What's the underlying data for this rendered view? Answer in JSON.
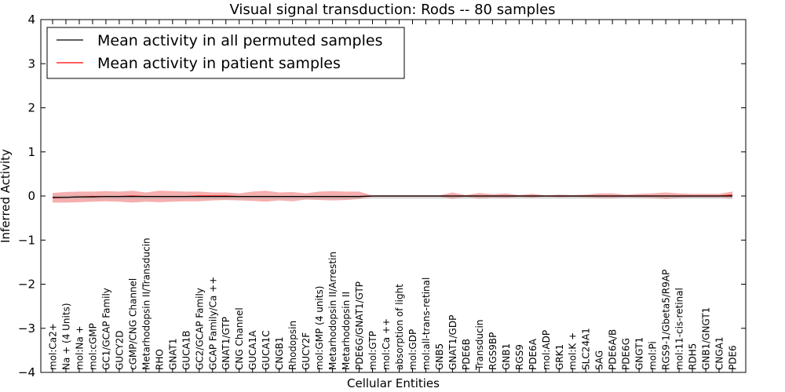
{
  "chart_data": {
    "type": "line",
    "title": "Visual signal transduction: Rods -- 80 samples",
    "xlabel": "Cellular Entities",
    "ylabel": "Inferred Activity",
    "ylim": [
      -4,
      4
    ],
    "yticks": [
      -4,
      -3,
      -2,
      -1,
      0,
      1,
      2,
      3,
      4
    ],
    "ytick_labels": [
      "−4",
      "−3",
      "−2",
      "−1",
      "0",
      "1",
      "2",
      "3",
      "4"
    ],
    "grid": false,
    "legend_position": "top-left",
    "categories": [
      "mol:Ca2+",
      "Na + (4 Units)",
      "mol:Na +",
      "mol:cGMP",
      "GC1/GCAP Family",
      "GUCY2D",
      "cGMP/CNG Channel",
      "Metarhodopsin II/Transducin",
      "RHO",
      "GNAT1",
      "GUCA1B",
      "GC2/GCAP Family",
      "GCAP Family/Ca ++",
      "GNAT1/GTP",
      "CNG Channel",
      "GUCA1A",
      "GUCA1C",
      "CNGB1",
      "Rhodopsin",
      "GUCY2F",
      "mol:GMP (4 units)",
      "Metarhodopsin II/Arrestin",
      "Metarhodopsin II",
      "PDE6G/GNAT1/GTP",
      "mol:GTP",
      "mol:Ca ++",
      "absorption of light",
      "mol:GDP",
      "mol:all-trans-retinal",
      "GNB5",
      "GNAT1/GDP",
      "PDE6B",
      "Transducin",
      "RGS9BP",
      "GNB1",
      "RGS9",
      "PDE6A",
      "mol:ADP",
      "GRK1",
      "mol:K +",
      "SLC24A1",
      "SAG",
      "PDE6A/B",
      "PDE6G",
      "GNGT1",
      "mol:Pi",
      "RGS9-1/Gbeta5/R9AP",
      "mol:11-cis-retinal",
      "RDH5",
      "GNB1/GNGT1",
      "CNGA1",
      "PDE6"
    ],
    "series": [
      {
        "name": "Mean activity in all permuted samples",
        "color": "#000000",
        "values": [
          -0.03,
          -0.03,
          -0.02,
          -0.02,
          -0.01,
          -0.01,
          -0.01,
          -0.01,
          -0.01,
          -0.01,
          -0.01,
          -0.01,
          -0.01,
          -0.01,
          -0.01,
          -0.01,
          -0.01,
          -0.01,
          -0.01,
          -0.01,
          -0.01,
          -0.01,
          -0.01,
          -0.01,
          0,
          0,
          0,
          0,
          0,
          0,
          0,
          0,
          0,
          0,
          0,
          0,
          0,
          0,
          0,
          0,
          0,
          0,
          0,
          0,
          0,
          0,
          0,
          0,
          0,
          0,
          0,
          0
        ],
        "band_upper": [
          0.01,
          0.01,
          0.01,
          0.01,
          0.01,
          0.01,
          0.01,
          0.01,
          0.01,
          0.01,
          0.01,
          0.01,
          0.01,
          0.01,
          0.01,
          0.01,
          0.01,
          0.01,
          0.01,
          0.01,
          0.01,
          0.01,
          0.01,
          0.01,
          0.01,
          0.01,
          0.01,
          0.01,
          0.01,
          0.01,
          0.01,
          0.01,
          0.01,
          0.01,
          0.01,
          0.01,
          0.01,
          0.01,
          0.01,
          0.01,
          0.01,
          0.01,
          0.01,
          0.01,
          0.01,
          0.01,
          0.01,
          0.01,
          0.01,
          0.01,
          0.01,
          0.01
        ],
        "band_lower": [
          -0.07,
          -0.07,
          -0.07,
          -0.07,
          -0.07,
          -0.07,
          -0.07,
          -0.07,
          -0.07,
          -0.07,
          -0.07,
          -0.07,
          -0.07,
          -0.07,
          -0.07,
          -0.07,
          -0.07,
          -0.07,
          -0.07,
          -0.07,
          -0.07,
          -0.07,
          -0.07,
          -0.07,
          -0.06,
          -0.06,
          -0.06,
          -0.06,
          -0.06,
          -0.06,
          -0.06,
          -0.06,
          -0.06,
          -0.06,
          -0.06,
          -0.06,
          -0.06,
          -0.06,
          -0.06,
          -0.06,
          -0.06,
          -0.06,
          -0.06,
          -0.06,
          -0.06,
          -0.06,
          -0.06,
          -0.06,
          -0.06,
          -0.06,
          -0.06,
          -0.06
        ]
      },
      {
        "name": "Mean activity in patient samples",
        "color": "#ff0000",
        "band_color": "#f4a0a0",
        "values": [
          -0.04,
          -0.03,
          -0.02,
          -0.01,
          -0.01,
          -0.01,
          0,
          -0.01,
          -0.01,
          -0.01,
          -0.01,
          0,
          0,
          0,
          -0.01,
          -0.01,
          -0.01,
          -0.01,
          -0.01,
          -0.01,
          -0.01,
          -0.01,
          -0.01,
          -0.01,
          0,
          0,
          0,
          0,
          0,
          0,
          0,
          0,
          0,
          0,
          0,
          0,
          0,
          0,
          0,
          0,
          0,
          0,
          0,
          0,
          0,
          0,
          0,
          0,
          0,
          0,
          0,
          0.02
        ],
        "band_upper": [
          0.07,
          0.09,
          0.1,
          0.1,
          0.11,
          0.1,
          0.12,
          0.08,
          0.12,
          0.11,
          0.1,
          0.1,
          0.08,
          0.08,
          0.06,
          0.1,
          0.12,
          0.08,
          0.09,
          0.06,
          0.1,
          0.11,
          0.1,
          0.1,
          0.01,
          0.01,
          0.01,
          0.01,
          0.01,
          0.01,
          0.08,
          0.02,
          0.07,
          0.04,
          0.06,
          0.02,
          0.05,
          0.01,
          0.03,
          0.02,
          0.03,
          0.06,
          0.06,
          0.03,
          0.05,
          0.06,
          0.08,
          0.06,
          0.05,
          0.05,
          0.05,
          0.1
        ],
        "band_lower": [
          -0.15,
          -0.15,
          -0.14,
          -0.13,
          -0.12,
          -0.13,
          -0.15,
          -0.13,
          -0.14,
          -0.13,
          -0.12,
          -0.12,
          -0.1,
          -0.09,
          -0.1,
          -0.11,
          -0.13,
          -0.1,
          -0.12,
          -0.08,
          -0.09,
          -0.1,
          -0.09,
          -0.07,
          -0.01,
          -0.01,
          -0.01,
          -0.01,
          -0.01,
          -0.01,
          -0.07,
          -0.02,
          -0.06,
          -0.04,
          -0.05,
          -0.02,
          -0.04,
          -0.01,
          -0.03,
          -0.02,
          -0.03,
          -0.05,
          -0.05,
          -0.03,
          -0.04,
          -0.05,
          -0.07,
          -0.05,
          -0.04,
          -0.04,
          -0.04,
          -0.06
        ]
      }
    ]
  }
}
